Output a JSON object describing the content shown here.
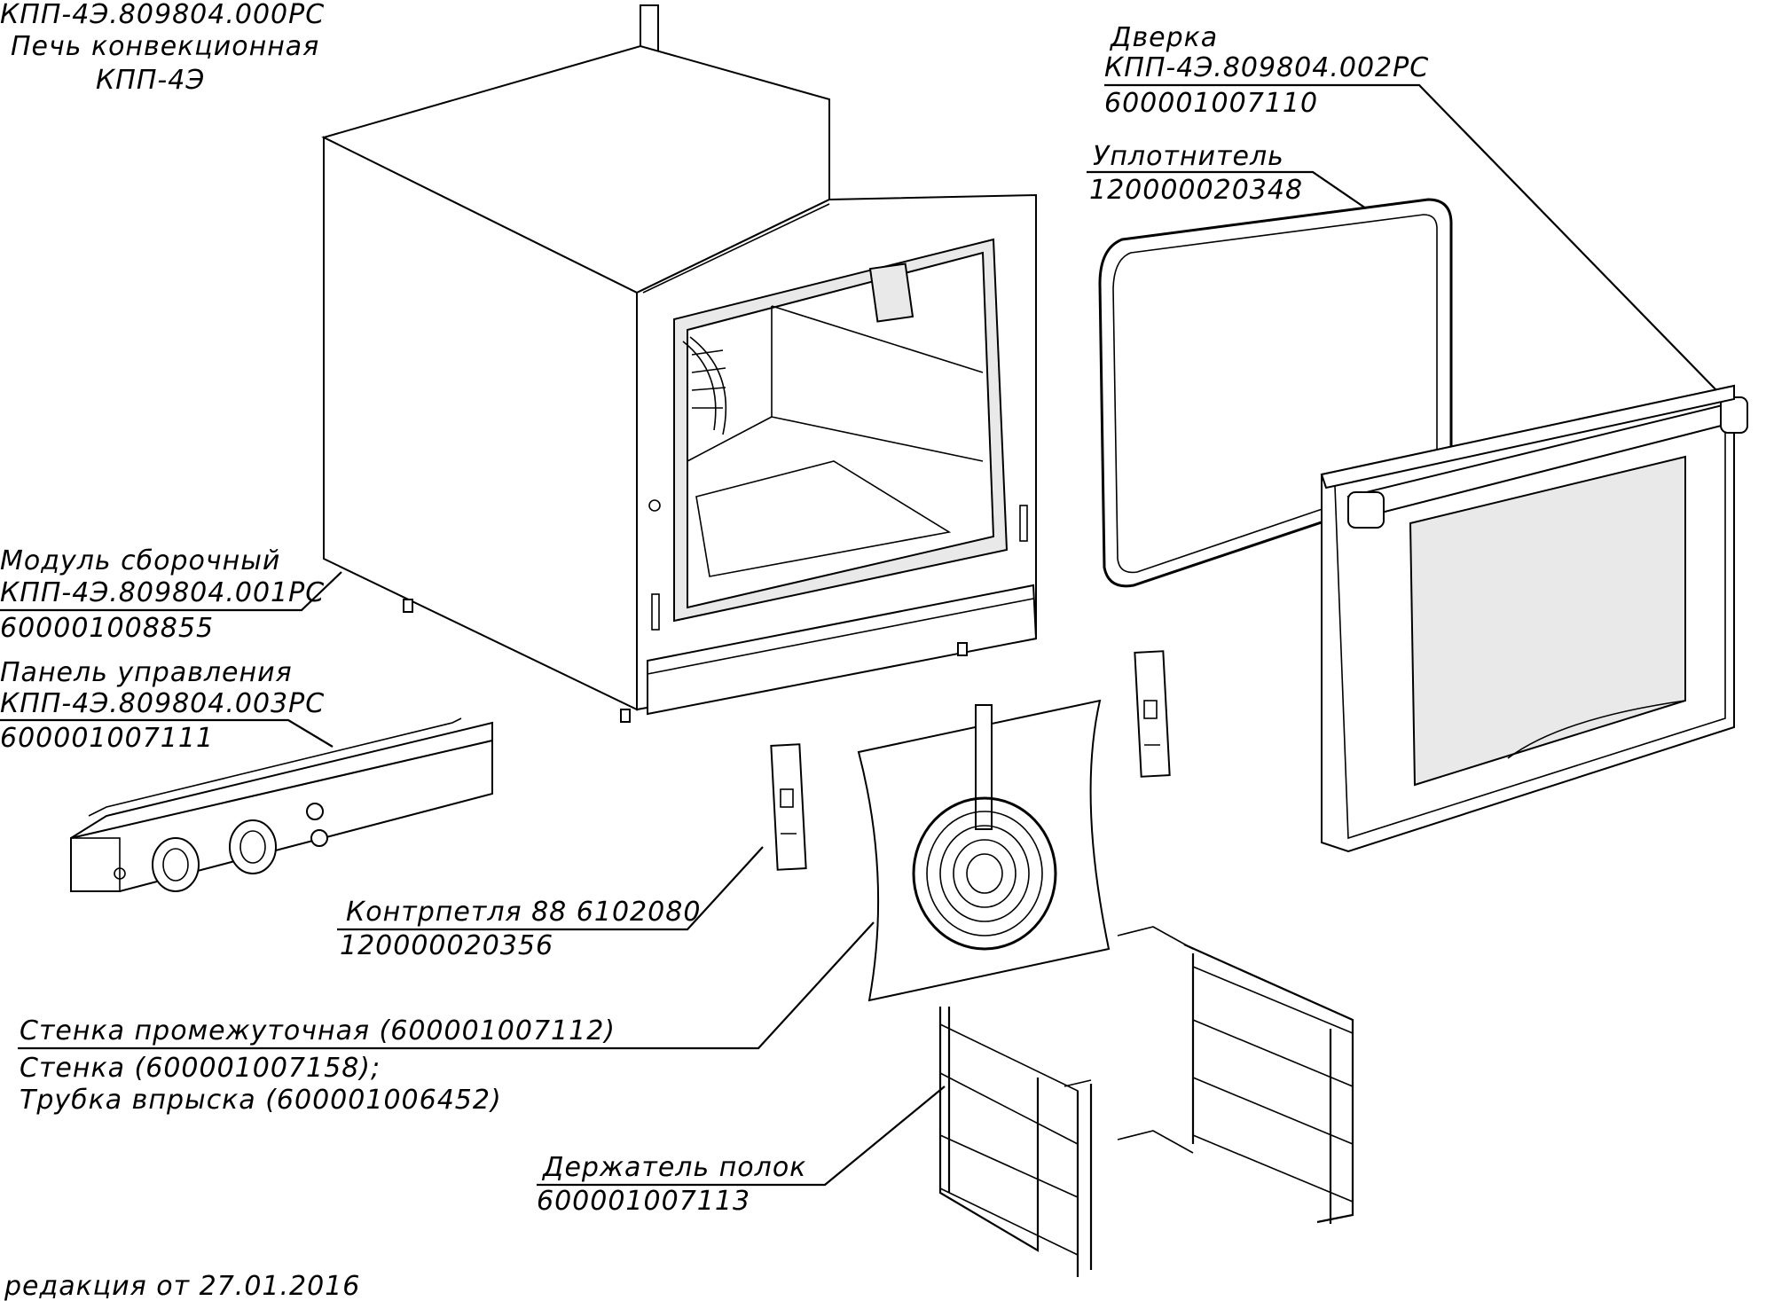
{
  "title_block": {
    "line1": "КПП-4Э.809804.000РС",
    "line2": "Печь конвекционная",
    "line3": "КПП-4Э"
  },
  "callouts": {
    "door": {
      "name": "Дверка",
      "code": "КПП-4Э.809804.002РС",
      "number": "600001007110"
    },
    "seal": {
      "name": "Уплотнитель",
      "number": "120000020348"
    },
    "module": {
      "name": "Модуль сборочный",
      "code": "КПП-4Э.809804.001РС",
      "number": "600001008855"
    },
    "panel": {
      "name": "Панель управления",
      "code": "КПП-4Э.809804.003РС",
      "number": "600001007111"
    },
    "strike": {
      "name": "Контрпетля 88 6102080",
      "number": "120000020356"
    },
    "wall": {
      "line1": "Стенка промежуточная (600001007112)",
      "line2": "Стенка (600001007158);",
      "line3": "Трубка впрыска (600001006452)"
    },
    "holder": {
      "name": "Держатель полок",
      "number": "600001007113"
    }
  },
  "footer": {
    "revision": "редакция от 27.01.2016"
  }
}
